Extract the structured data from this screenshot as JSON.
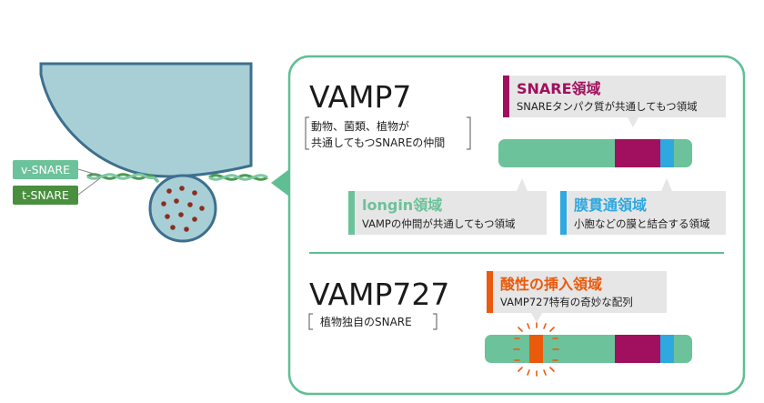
{
  "labels": {
    "v_snare": "v-SNARE",
    "t_snare": "t-SNARE"
  },
  "vamp7": {
    "title": "VAMP7",
    "desc_line1": "動物、菌類、植物が",
    "desc_line2": "共通してもつSNAREの仲間",
    "snare_title": "SNARE領域",
    "snare_desc": "SNAREタンパク質が共通してもつ領域",
    "longin_title": "longin領域",
    "longin_desc": "VAMPの仲間が共通してもつ領域",
    "tm_title": "膜貫通領域",
    "tm_desc": "小胞などの膜と結合する領域"
  },
  "vamp727": {
    "title": "VAMP727",
    "desc": "植物独自のSNARE",
    "insert_title": "酸性の挿入領域",
    "insert_desc": "VAMP727特有の奇妙な配列"
  },
  "colors": {
    "longin": "#6cc29a",
    "snare": "#a0105e",
    "tm": "#2fa8df",
    "insert": "#ea5a0c",
    "membrane_fill": "#a8cfd6",
    "frame": "#5fbf93",
    "callout_bg": "#e6e6e6"
  }
}
